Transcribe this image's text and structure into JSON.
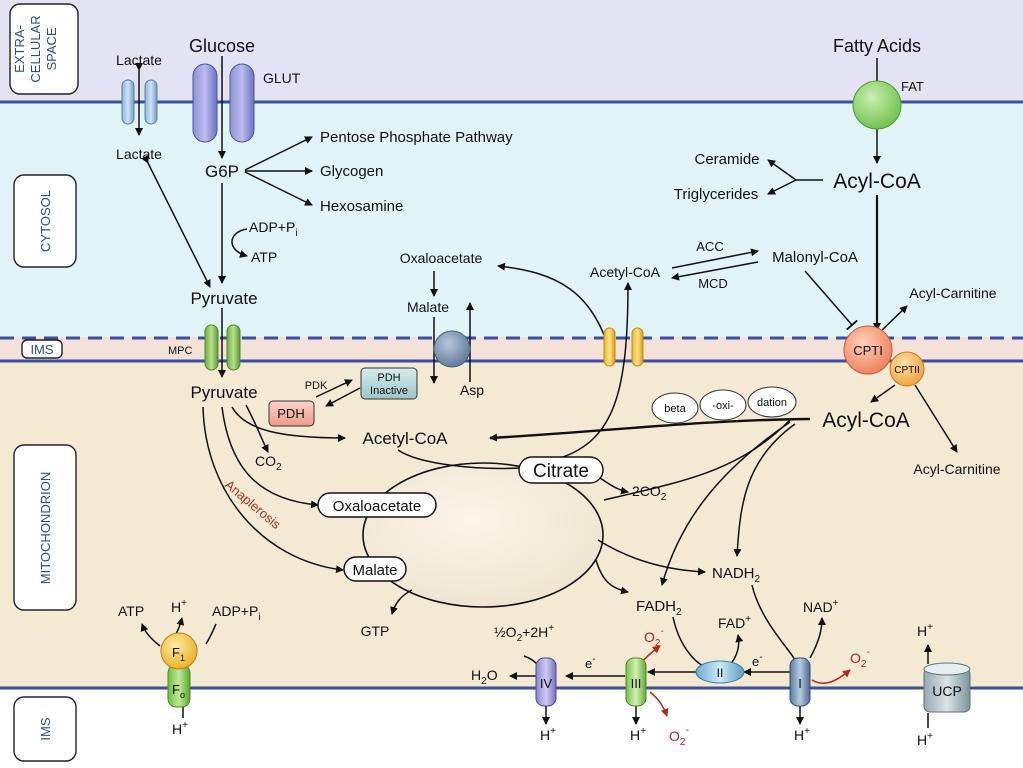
{
  "regions": {
    "extracellular": [
      "EXTRA-",
      "CELLULAR",
      "SPACE"
    ],
    "cytosol": "CYTOSOL",
    "ims_top": "IMS",
    "mitochondrion": "MITOCHONDRION",
    "ims_bottom": "IMS"
  },
  "colors": {
    "extracellular_bg": "#e4e3f4",
    "cytosol_bg": "#e0f3f7",
    "ims_bg": "#f4e1d8",
    "mito_bg": "#f4ead4",
    "membrane": "#3b4f9c",
    "superoxide": "#b3271c"
  },
  "glycolysis": {
    "lactate_out": "Lactate",
    "lactate_in": "Lactate",
    "glucose": "Glucose",
    "glut": "GLUT",
    "g6p": "G6P",
    "ppp": "Pentose Phosphate Pathway",
    "glycogen": "Glycogen",
    "hexosamine": "Hexosamine",
    "adp_pi": "ADP+P",
    "adp_pi_sub": "i",
    "atp": "ATP",
    "pyruvate_cyto": "Pyruvate",
    "mpc": "MPC",
    "pyruvate_mito": "Pyruvate"
  },
  "shuttle": {
    "oxaloacetate": "Oxaloacetate",
    "malate": "Malate",
    "asp": "Asp"
  },
  "lipid": {
    "fatty_acids": "Fatty Acids",
    "fat": "FAT",
    "ceramide": "Ceramide",
    "triglycerides": "Triglycerides",
    "acyl_coa_cyto": "Acyl-CoA",
    "acetyl_coa_cyto": "Acetyl-CoA",
    "acc": "ACC",
    "mcd": "MCD",
    "malonyl_coa": "Malonyl-CoA",
    "acyl_carnitine_top": "Acyl-Carnitine",
    "cpt1": "CPTI",
    "cpt2": "CPTII",
    "acyl_coa_mito": "Acyl-CoA",
    "acyl_carnitine_bottom": "Acyl-Carnitine",
    "beta": [
      "beta",
      "-oxi-",
      "dation"
    ]
  },
  "pdh": {
    "pdk": "PDK",
    "pdh_inactive": [
      "PDH",
      "Inactive"
    ],
    "pdh": "PDH",
    "acetyl_coa": "Acetyl-CoA",
    "co2": "CO",
    "co2_sub": "2",
    "anaplerosis": "Anaplerosis"
  },
  "tca": {
    "citrate": "Citrate",
    "two_co2": "2CO",
    "two_co2_sub": "2",
    "oxaloacetate": "Oxaloacetate",
    "malate": "Malate",
    "gtp": "GTP",
    "nadh": "NADH",
    "nadh_sub": "2",
    "fadh": "FADH",
    "fadh_sub": "2"
  },
  "etc": {
    "fad": "FAD",
    "fad_sup": "+",
    "nad": "NAD",
    "nad_sup": "+",
    "o2_half": "½O",
    "o2_half_sub": "2",
    "o2_half_rest": "+2H",
    "o2_half_sup": "+",
    "h2o": "H",
    "h2o_sub": "2",
    "h2o_rest": "O",
    "electron": "e",
    "electron_sup": "-",
    "superoxide": "O",
    "superoxide_sub": "2",
    "superoxide_sup": "-",
    "complex_1": "I",
    "complex_2": "II",
    "complex_3": "III",
    "complex_4": "IV",
    "proton": "H",
    "proton_sup": "+",
    "ucp": "UCP",
    "atp": "ATP",
    "adp_pi": "ADP+P",
    "adp_pi_sub": "i",
    "f1": "F",
    "f1_sub": "1",
    "fo": "F",
    "fo_sub": "o"
  }
}
